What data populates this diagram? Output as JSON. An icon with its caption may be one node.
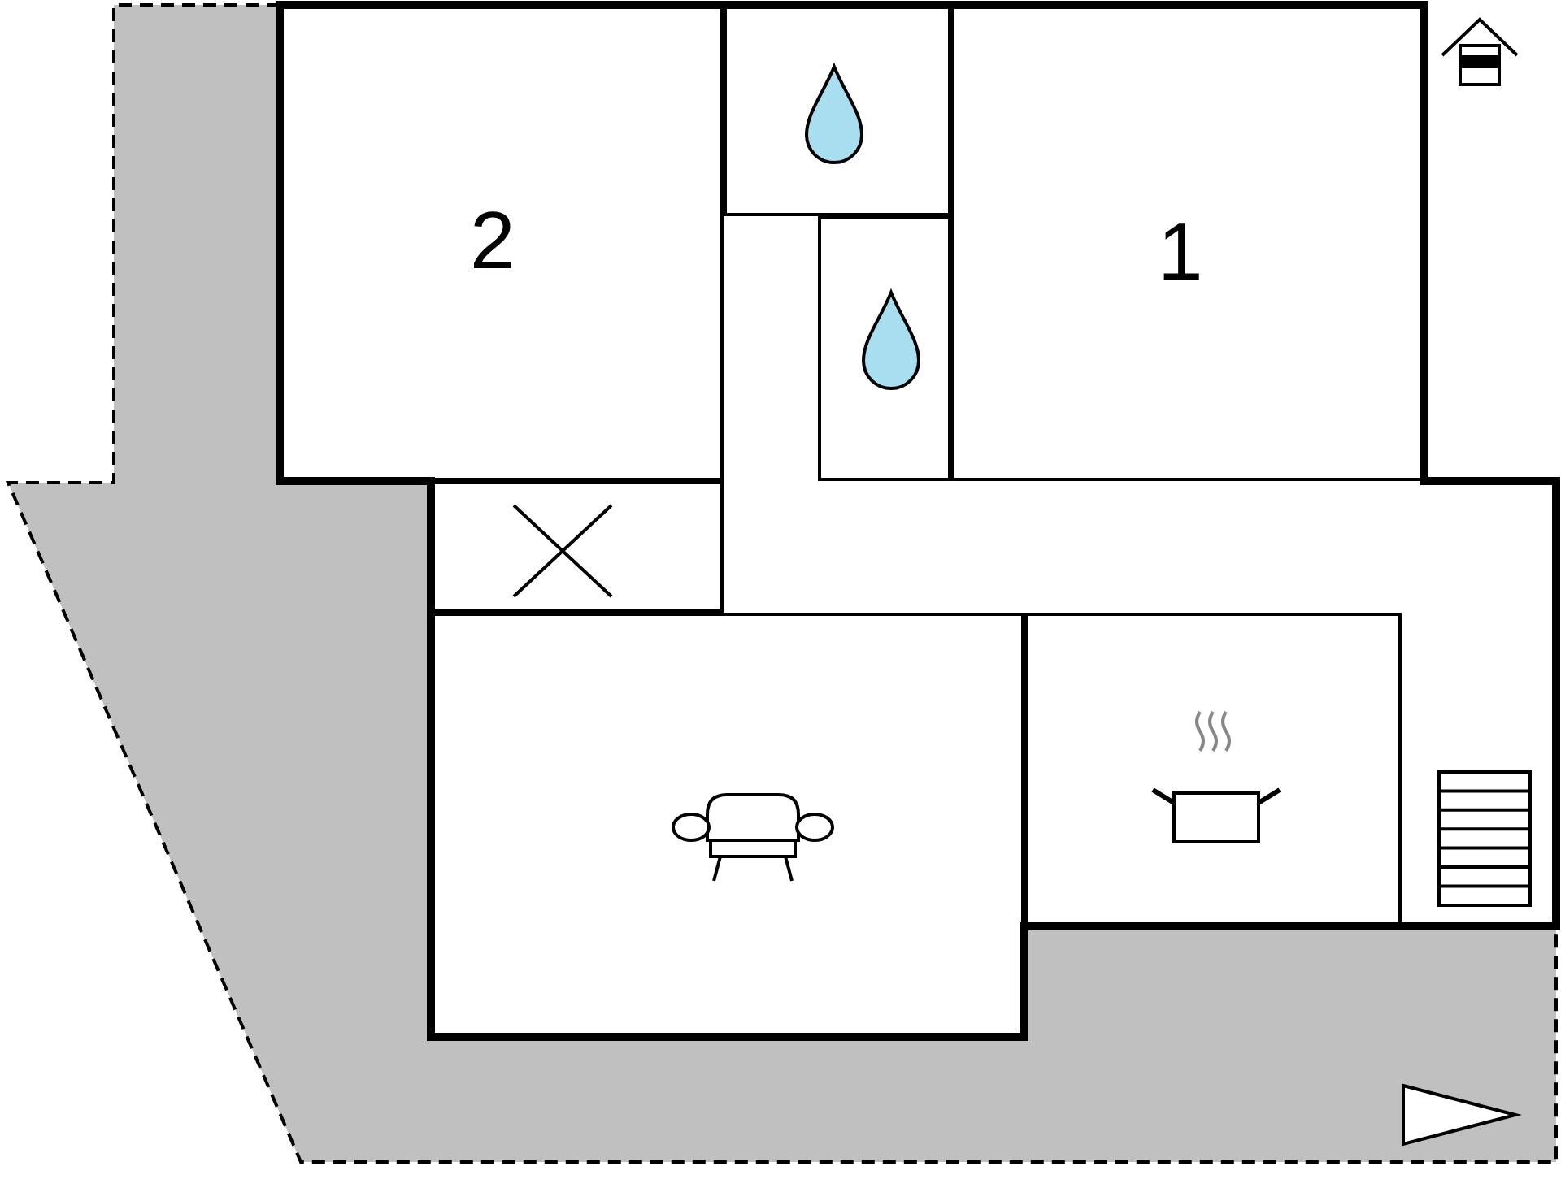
{
  "diagram": {
    "nodes": [
      {
        "text": [
          "2"
        ]
      },
      {
        "text": [],
        "shape": "box"
      },
      {
        "text": [
          "1"
        ]
      },
      {
        "text": [],
        "shape": "box"
      },
      {
        "text": [],
        "shape": "box"
      },
      {
        "text": [],
        "shape": "box"
      },
      {
        "text": [],
        "shape": "box"
      }
    ]
  }
}
